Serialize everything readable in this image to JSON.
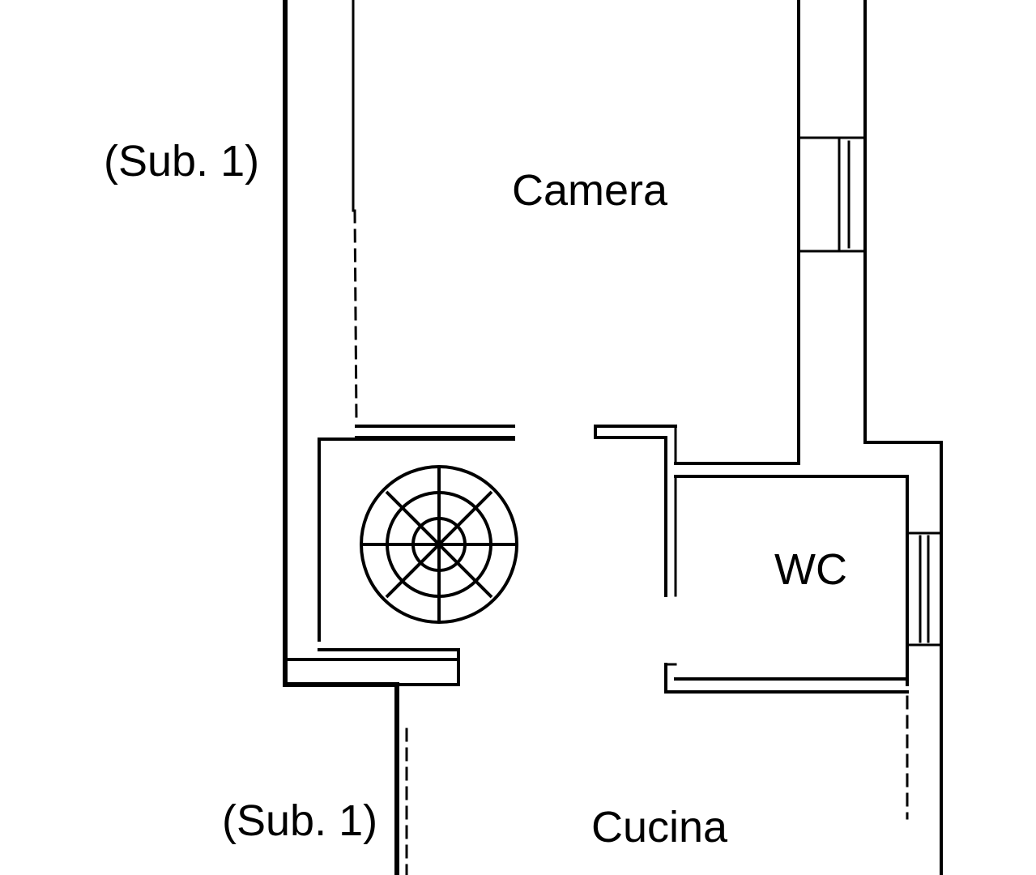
{
  "labels": {
    "sub_top": "(Sub. 1)",
    "sub_bottom": "(Sub. 1)",
    "camera": "Camera",
    "wc": "WC",
    "cucina": "Cucina"
  },
  "colors": {
    "ink": "#000000",
    "paper": "#ffffff"
  },
  "symbols": {
    "stair": "spiral-stair-symbol",
    "windows": [
      "window-camera-right",
      "window-wc-right"
    ]
  }
}
